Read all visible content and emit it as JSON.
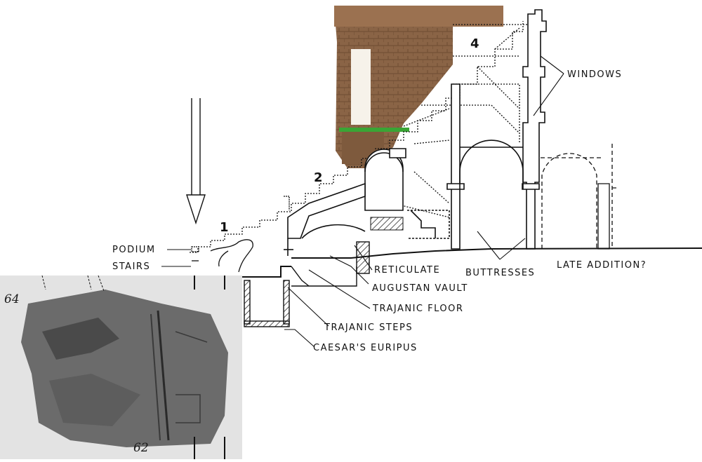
{
  "labels": {
    "podium": "PODIUM",
    "stairs": "STAIRS",
    "windows": "WINDOWS",
    "buttresses": "BUTTRESSES",
    "late_addition": "LATE ADDITION?",
    "reticulate": "RETICULATE",
    "augustan_vault": "AUGUSTAN VAULT",
    "trajanic_floor": "TRAJANIC FLOOR",
    "trajanic_steps": "TRAJANIC STEPS",
    "caesars_euripus": "CAESAR'S EURIPUS"
  },
  "numbers": {
    "n1": "1",
    "n2": "2",
    "n4": "4"
  },
  "photo": {
    "annotation_64": "64",
    "annotation_62": "62"
  },
  "colors": {
    "ink": "#111111",
    "masonry": "#8a6446",
    "floor_highlight": "#3aa535",
    "photo_gray": "#6b6b6b"
  }
}
